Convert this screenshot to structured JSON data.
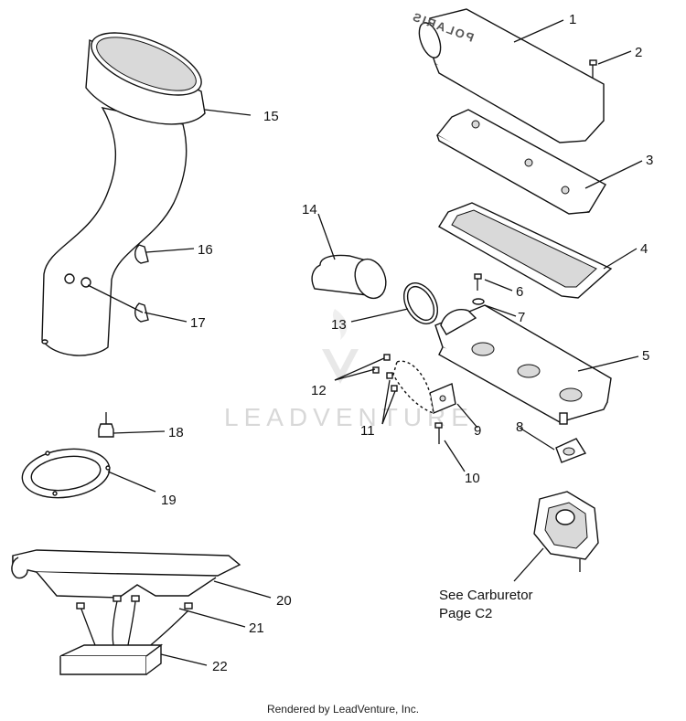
{
  "watermark": "LEADVENTURE",
  "footer": "Rendered by LeadVenture, Inc.",
  "cover_lettering": "POLARIS",
  "note": {
    "line1": "See Carburetor",
    "line2": "Page C2"
  },
  "callouts": [
    "1",
    "2",
    "3",
    "4",
    "5",
    "6",
    "7",
    "8",
    "9",
    "10",
    "11",
    "12",
    "13",
    "14",
    "15",
    "16",
    "17",
    "18",
    "19",
    "20",
    "21",
    "22"
  ]
}
